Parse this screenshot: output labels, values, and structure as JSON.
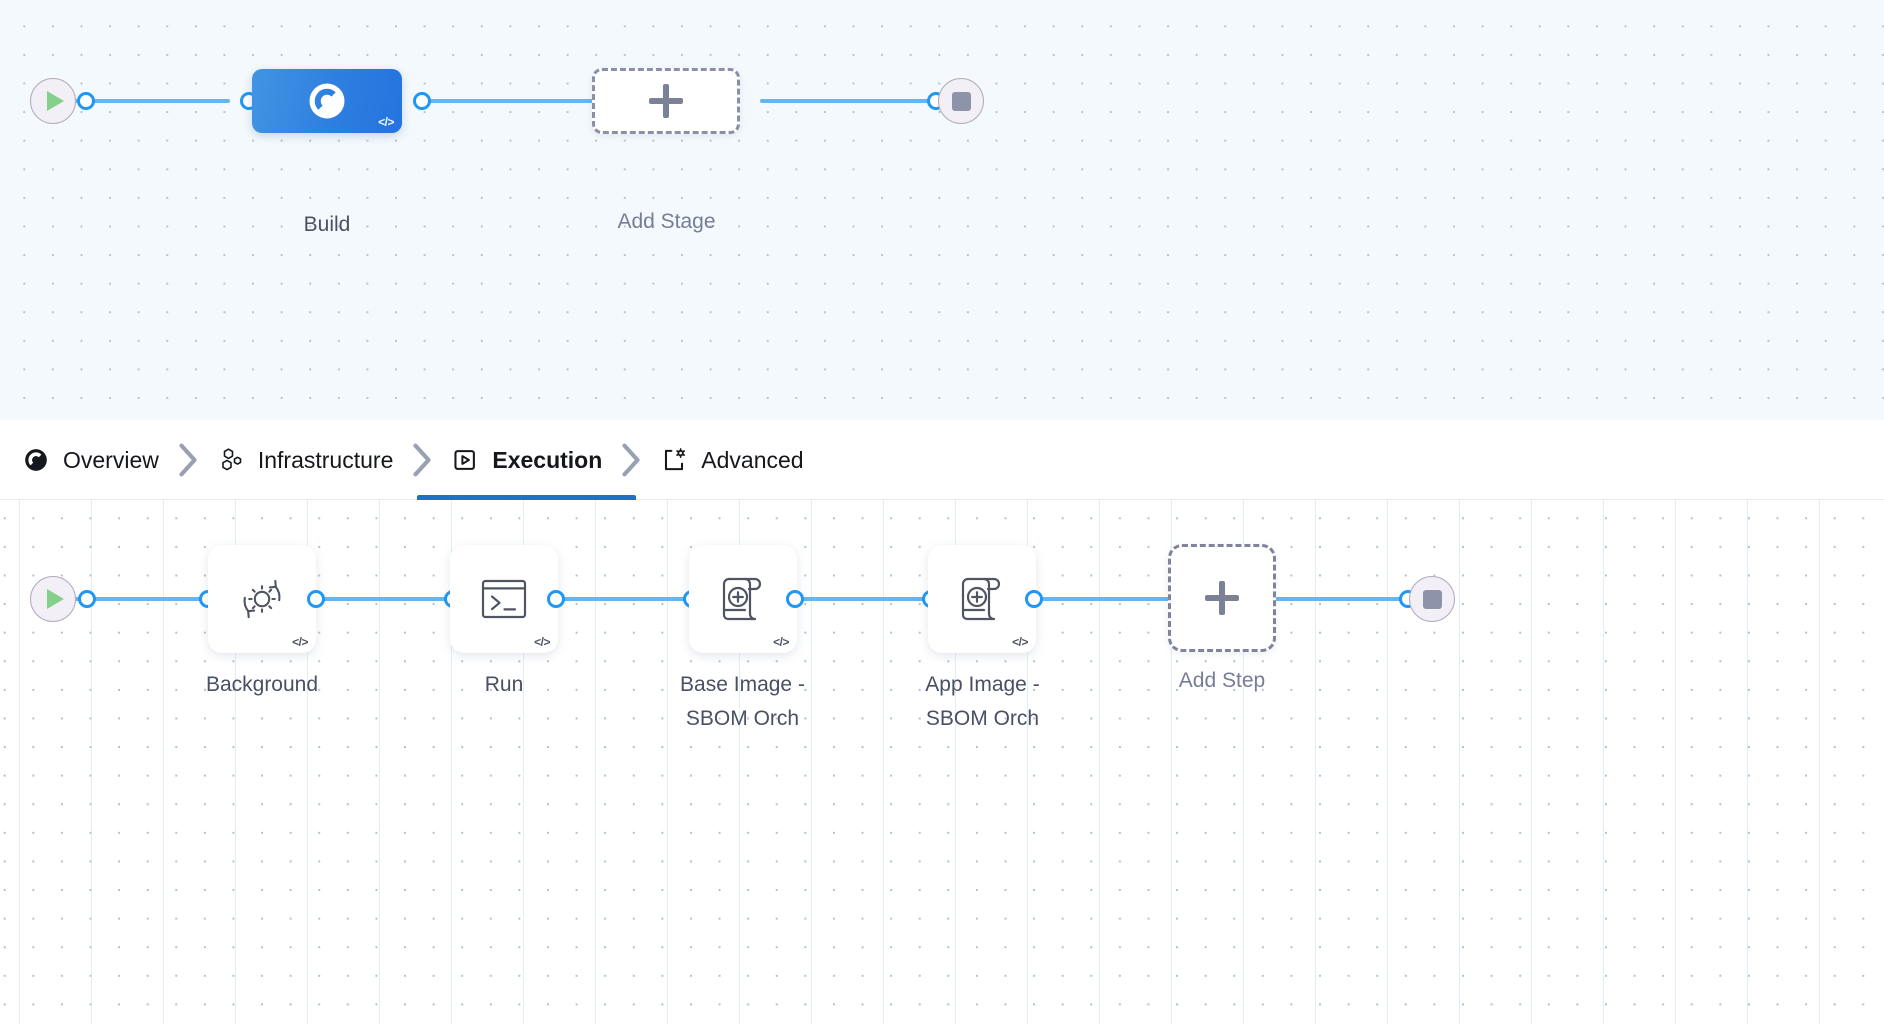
{
  "stage_row": {
    "start_node": {
      "name": "pipeline-start",
      "icon": "play-icon"
    },
    "end_node": {
      "name": "pipeline-end",
      "icon": "stop-icon"
    },
    "stages": [
      {
        "label": "Build",
        "icon": "harness-ci-icon",
        "badge": "</>",
        "selected": true
      }
    ],
    "add_stage": {
      "label": "Add Stage",
      "icon": "plus-icon"
    }
  },
  "tabs": [
    {
      "label": "Overview",
      "icon": "overview-icon",
      "active": false
    },
    {
      "label": "Infrastructure",
      "icon": "infrastructure-hexagons-icon",
      "active": false
    },
    {
      "label": "Execution",
      "icon": "execution-play-icon",
      "active": true
    },
    {
      "label": "Advanced",
      "icon": "advanced-gear-icon",
      "active": false
    }
  ],
  "step_row": {
    "start_node": {
      "name": "execution-start",
      "icon": "play-icon"
    },
    "end_node": {
      "name": "execution-end",
      "icon": "stop-icon"
    },
    "steps": [
      {
        "label": "Background",
        "icon": "background-gear-refresh-icon",
        "badge": "</>"
      },
      {
        "label": "Run",
        "icon": "terminal-icon",
        "badge": "</>"
      },
      {
        "label": "Base Image -\nSBOM Orch",
        "icon": "sbom-scroll-plus-icon",
        "badge": "</>"
      },
      {
        "label": "App Image -\nSBOM Orch",
        "icon": "sbom-scroll-plus-icon",
        "badge": "</>"
      }
    ],
    "add_step": {
      "label": "Add Step",
      "icon": "plus-icon"
    }
  },
  "colors": {
    "accent_blue": "#2196f3",
    "active_tab_underline": "#1d72c7",
    "stage_selected": "#2d7fe0",
    "wire": "#64b5f0",
    "canvas_top": "#f3f9fc",
    "canvas_bottom": "#ffffff"
  }
}
